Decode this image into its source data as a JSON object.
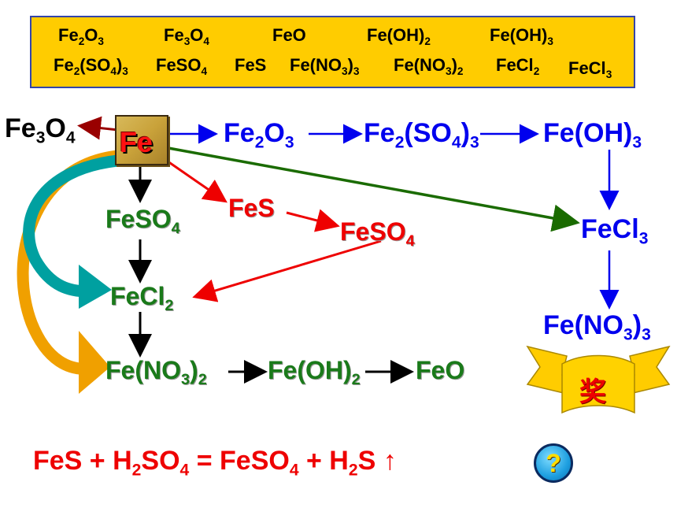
{
  "top_box": {
    "row1": [
      {
        "main": "Fe",
        "parts": [
          [
            "Fe",
            ""
          ],
          [
            "2",
            "s"
          ],
          [
            "O",
            ""
          ],
          [
            "3",
            "s"
          ]
        ]
      },
      {
        "parts": [
          [
            "Fe",
            ""
          ],
          [
            "3",
            "s"
          ],
          [
            "O",
            ""
          ],
          [
            "4",
            "s"
          ]
        ]
      },
      {
        "parts": [
          [
            "FeO",
            ""
          ]
        ]
      },
      {
        "parts": [
          [
            "Fe(OH)",
            ""
          ],
          [
            "2",
            "s"
          ]
        ]
      },
      {
        "parts": [
          [
            "Fe(OH)",
            ""
          ],
          [
            "3",
            "s"
          ]
        ]
      }
    ],
    "row2": [
      {
        "parts": [
          [
            "Fe",
            ""
          ],
          [
            "2",
            "s"
          ],
          [
            "(SO",
            ""
          ],
          [
            "4",
            "s"
          ],
          [
            ")",
            ""
          ],
          [
            "3",
            "s"
          ]
        ]
      },
      {
        "parts": [
          [
            "FeSO",
            ""
          ],
          [
            "4",
            "s"
          ]
        ]
      },
      {
        "parts": [
          [
            "FeS",
            ""
          ]
        ]
      },
      {
        "parts": [
          [
            "Fe(NO",
            ""
          ],
          [
            "3",
            "s"
          ],
          [
            ")",
            ""
          ],
          [
            "3",
            "s"
          ]
        ]
      },
      {
        "parts": [
          [
            "Fe(NO",
            ""
          ],
          [
            "3",
            "s"
          ],
          [
            ")",
            ""
          ],
          [
            "2",
            "s"
          ]
        ]
      },
      {
        "parts": [
          [
            "FeCl",
            ""
          ],
          [
            "2",
            "s"
          ]
        ]
      },
      {
        "parts": [
          [
            "FeCl",
            ""
          ],
          [
            "3",
            "s"
          ]
        ]
      }
    ]
  },
  "center": {
    "label": "Fe"
  },
  "formulas": {
    "fe3o4_left": [
      [
        "Fe",
        ""
      ],
      [
        "3",
        "s"
      ],
      [
        "O",
        ""
      ],
      [
        "4",
        "s"
      ]
    ],
    "fe2o3": [
      [
        "Fe",
        ""
      ],
      [
        "2",
        "s"
      ],
      [
        "O",
        ""
      ],
      [
        "3",
        "s"
      ]
    ],
    "fe2so43": [
      [
        "Fe",
        ""
      ],
      [
        "2",
        "s"
      ],
      [
        "(SO",
        ""
      ],
      [
        "4",
        "s"
      ],
      [
        ")",
        ""
      ],
      [
        "3",
        "s"
      ]
    ],
    "feoh3": [
      [
        "Fe(OH)",
        ""
      ],
      [
        "3",
        "s"
      ]
    ],
    "fecl3": [
      [
        "FeCl",
        ""
      ],
      [
        "3",
        "s"
      ]
    ],
    "feno33": [
      [
        "Fe(NO",
        ""
      ],
      [
        "3",
        "s"
      ],
      [
        ")",
        ""
      ],
      [
        "3",
        "s"
      ]
    ],
    "feso4_green": [
      [
        "FeSO",
        ""
      ],
      [
        "4",
        "s"
      ]
    ],
    "fes_red": [
      [
        "FeS",
        ""
      ]
    ],
    "feso4_red": [
      [
        "FeSO",
        ""
      ],
      [
        "4",
        "s"
      ]
    ],
    "fecl2": [
      [
        "FeCl",
        ""
      ],
      [
        "2",
        "s"
      ]
    ],
    "feno32": [
      [
        "Fe(NO",
        ""
      ],
      [
        "3",
        "s"
      ],
      [
        ")",
        ""
      ],
      [
        "2",
        "s"
      ]
    ],
    "feoh2": [
      [
        "Fe(OH)",
        ""
      ],
      [
        "2",
        "s"
      ]
    ],
    "feo": [
      [
        "FeO",
        ""
      ]
    ]
  },
  "equation": {
    "parts": [
      [
        "FeS",
        ""
      ],
      [
        "  +  H",
        ""
      ],
      [
        "2",
        "s"
      ],
      [
        "SO",
        ""
      ],
      [
        "4",
        "s"
      ],
      [
        "  =  FeSO",
        ""
      ],
      [
        "4",
        "s"
      ],
      [
        "  +  H",
        ""
      ],
      [
        "2",
        "s"
      ],
      [
        "S",
        ""
      ]
    ],
    "gas_symbol": "↑"
  },
  "award": {
    "label": "奖"
  },
  "help_button": {
    "label": "?"
  },
  "colors": {
    "blue": "#0000ee",
    "green": "#1a7a1a",
    "red": "#ee0000",
    "dark_green": "#1a6b00",
    "dark_red": "#990000",
    "teal": "#00a0a0",
    "orange": "#f0a000",
    "gold": "#ffcc00"
  }
}
